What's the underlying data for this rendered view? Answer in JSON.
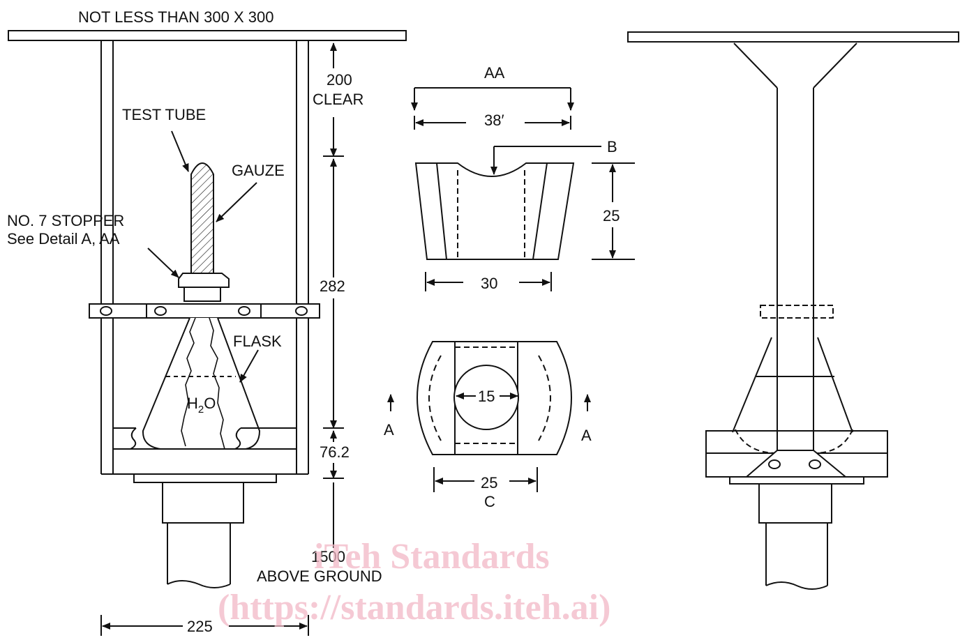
{
  "labels": {
    "top_dim": "NOT LESS THAN 300 X 300",
    "clear_200_a": "200",
    "clear_200_b": "CLEAR",
    "test_tube": "TEST TUBE",
    "gauze": "GAUZE",
    "stopper_a": "NO. 7 STOPPER",
    "stopper_b": "See Detail A, AA",
    "dim_282": "282",
    "flask": "FLASK",
    "h2o": "H",
    "h2o_sub": "2",
    "h2o_o": "O",
    "dim_76": "76.2",
    "dim_1500_a": "1500",
    "dim_1500_b": "ABOVE GROUND",
    "dim_225": "225",
    "aa_title": "AA",
    "dim_38": "38′",
    "b_label": "B",
    "dim_25_side": "25",
    "dim_30": "30",
    "dim_15": "15",
    "a_left": "A",
    "a_right": "A",
    "dim_25_bottom": "25",
    "c_label": "C"
  },
  "watermark": {
    "line1": "iTeh Standards",
    "line2": "(https://standards.iteh.ai)",
    "color": "#f2b8c6"
  },
  "colors": {
    "ink": "#111111",
    "paper": "#ffffff"
  }
}
